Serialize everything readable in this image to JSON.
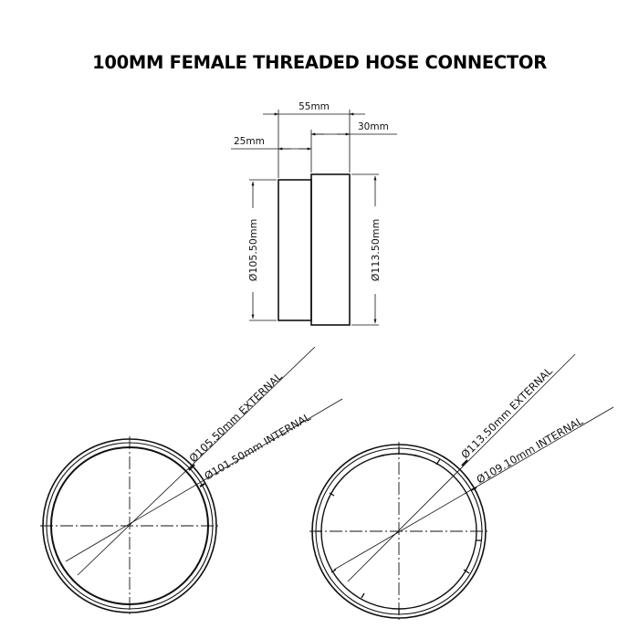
{
  "title": "100MM FEMALE THREADED HOSE CONNECTOR",
  "side_view": {
    "overall_length": "55mm",
    "large_section_length": "30mm",
    "small_section_length": "25mm",
    "small_diameter": "Ø105.50mm",
    "large_diameter": "Ø113.50mm"
  },
  "left_end_view": {
    "external_label": "Ø105.50mm EXTERNAL",
    "internal_label": "Ø101.50mm INTERNAL"
  },
  "right_end_view": {
    "external_label": "Ø113.50mm EXTERNAL",
    "internal_label": "Ø109.10mm INTERNAL"
  },
  "colors": {
    "line": "#111111",
    "background": "#ffffff"
  }
}
